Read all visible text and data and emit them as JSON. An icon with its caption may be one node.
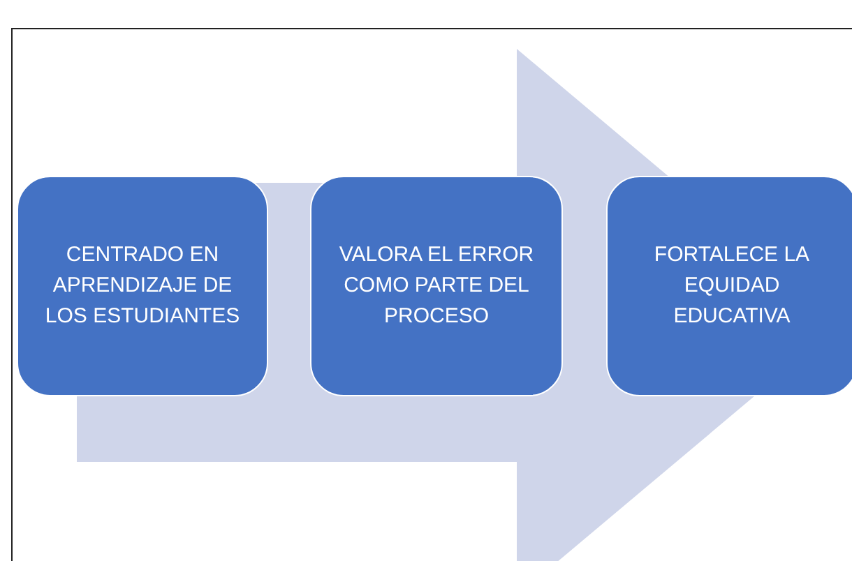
{
  "diagram": {
    "nodes": [
      {
        "text": [
          "CENTRADO EN APRENDIZAJE DE LOS ESTUDIANTES"
        ]
      },
      {
        "text": [
          "VALORA EL ERROR COMO PARTE DEL PROCESO"
        ]
      },
      {
        "text": [
          "FORTALECE LA EQUIDAD EDUCATIVA"
        ]
      }
    ],
    "edges": [
      {
        "from": 0,
        "to": 2,
        "arrow": "to",
        "style": "thick",
        "color": "#cfd5ea"
      }
    ]
  }
}
